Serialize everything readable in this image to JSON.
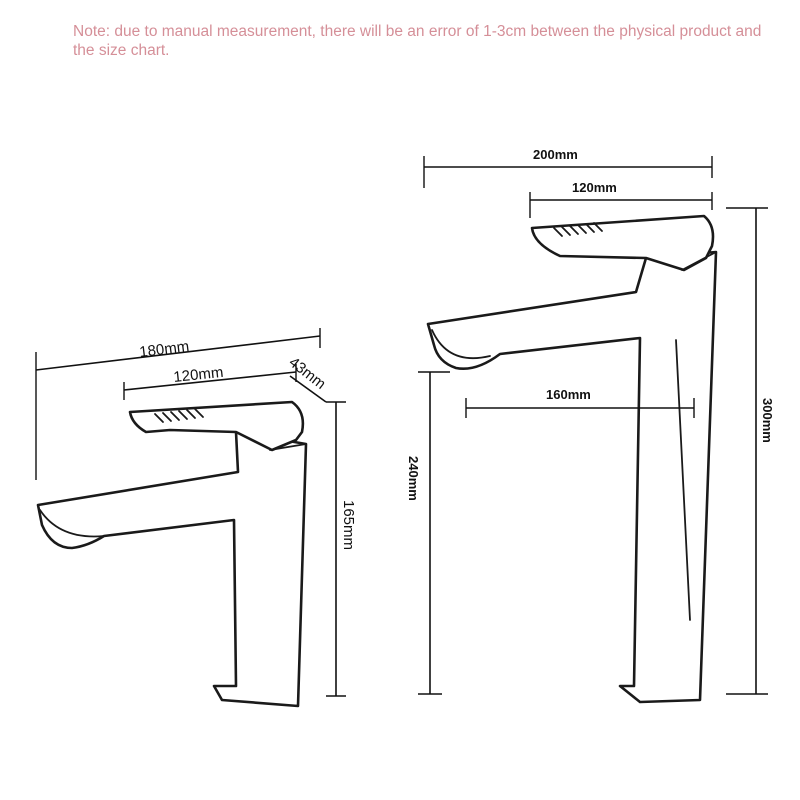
{
  "note": {
    "text": "Note: due to manual measurement, there will be an error of 1-3cm between the physical product and the size chart.",
    "color": "#d58f98"
  },
  "left_faucet": {
    "dim_width": "180mm",
    "dim_handle": "120mm",
    "dim_handle_depth": "43mm",
    "dim_height": "165mm"
  },
  "right_faucet": {
    "dim_width": "200mm",
    "dim_handle": "120mm",
    "dim_spout": "160mm",
    "dim_spout_height": "240mm",
    "dim_height": "300mm"
  }
}
